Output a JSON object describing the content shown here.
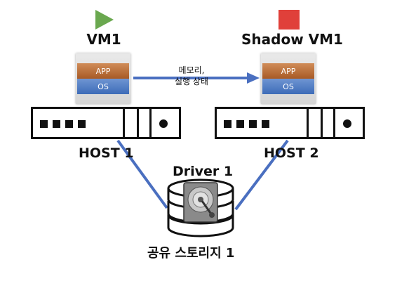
{
  "vm1": {
    "label": "VM1",
    "app": "APP",
    "os": "OS",
    "indicator_color": "#6aa84f"
  },
  "shadow_vm1": {
    "label": "Shadow VM1",
    "app": "APP",
    "os": "OS",
    "indicator_color": "#e0403a"
  },
  "migration": {
    "line1": "메모리,",
    "line2": "실행 상태",
    "arrow_color": "#4a6fc0"
  },
  "host1": {
    "label": "HOST 1"
  },
  "host2": {
    "label": "HOST 2"
  },
  "driver": {
    "label": "Driver 1"
  },
  "storage": {
    "label": "공유 스토리지 1"
  }
}
